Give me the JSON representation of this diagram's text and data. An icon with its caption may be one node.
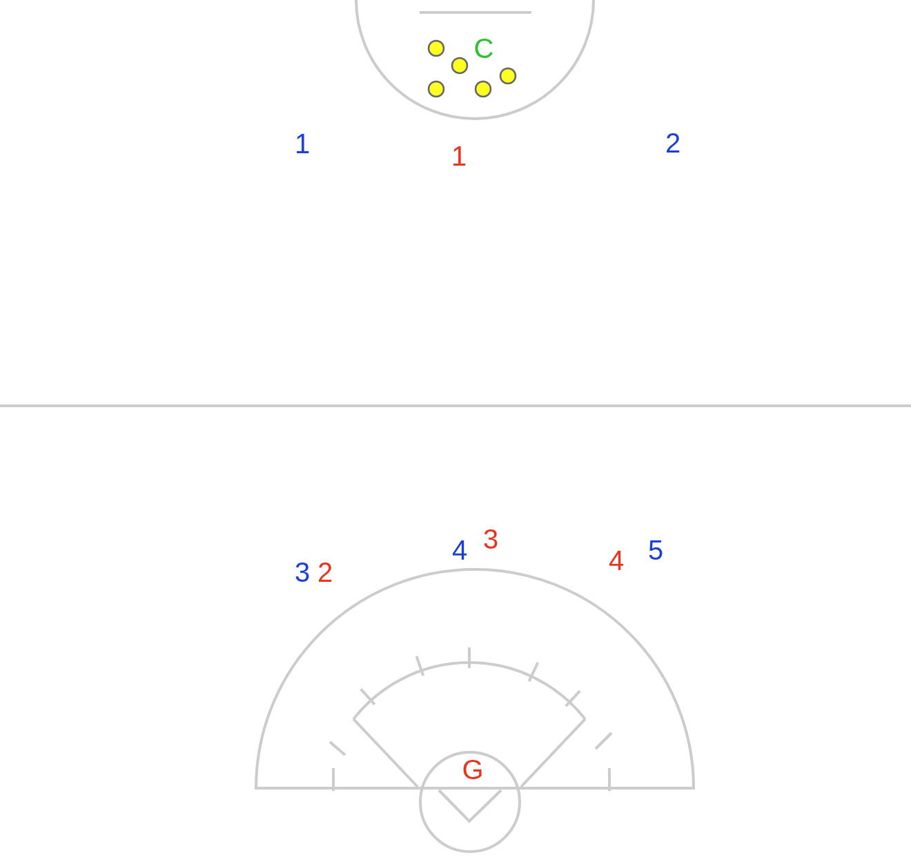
{
  "diagram": {
    "labels": [
      "C",
      "1",
      "1",
      "2",
      "3",
      "2",
      "4",
      "3",
      "4",
      "5",
      "G"
    ]
  }
}
